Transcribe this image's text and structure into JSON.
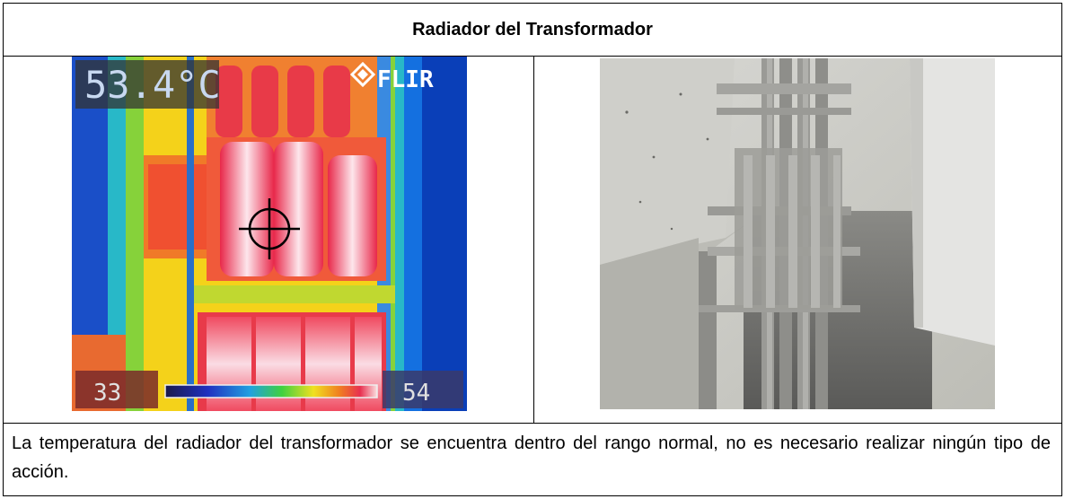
{
  "header": {
    "title": "Radiador del Transformador"
  },
  "thermal_image": {
    "temperature_readout": "53.4°C",
    "brand_logo": "FLIR",
    "scale_min": "33",
    "scale_max": "54",
    "icons": [
      "crosshair-icon",
      "flir-logo-icon"
    ]
  },
  "photo_image": {
    "subject": "radiator-photo"
  },
  "footer": {
    "observation": "La temperatura del radiador del transformador se encuentra dentro del rango normal, no es necesario realizar ningún tipo de acción."
  }
}
